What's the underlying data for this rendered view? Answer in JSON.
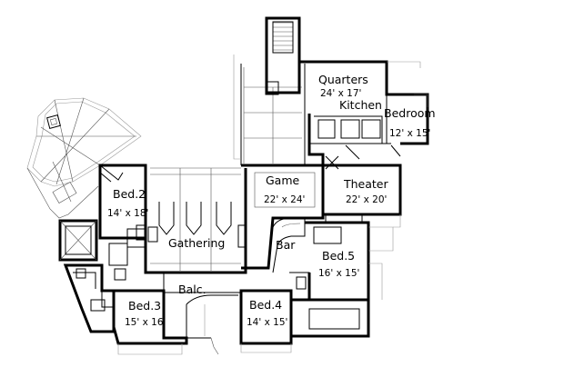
{
  "rooms": [
    {
      "id": "quarters",
      "name": "Quarters",
      "dims": "24' x 17'"
    },
    {
      "id": "kitchen",
      "name": "Kitchen",
      "dims": ""
    },
    {
      "id": "bedroom",
      "name": "Bedroom",
      "dims": "12' x 15'"
    },
    {
      "id": "game",
      "name": "Game",
      "dims": "22' x 24'"
    },
    {
      "id": "theater",
      "name": "Theater",
      "dims": "22' x 20'"
    },
    {
      "id": "bed2",
      "name": "Bed.2",
      "dims": "14' x 18'"
    },
    {
      "id": "gathering",
      "name": "Gathering",
      "dims": ""
    },
    {
      "id": "bar",
      "name": "Bar",
      "dims": ""
    },
    {
      "id": "bed5",
      "name": "Bed.5",
      "dims": "16' x 15'"
    },
    {
      "id": "balc",
      "name": "Balc.",
      "dims": ""
    },
    {
      "id": "bed3",
      "name": "Bed.3",
      "dims": "15' x 16'"
    },
    {
      "id": "bed4",
      "name": "Bed.4",
      "dims": "14' x 15'"
    }
  ]
}
